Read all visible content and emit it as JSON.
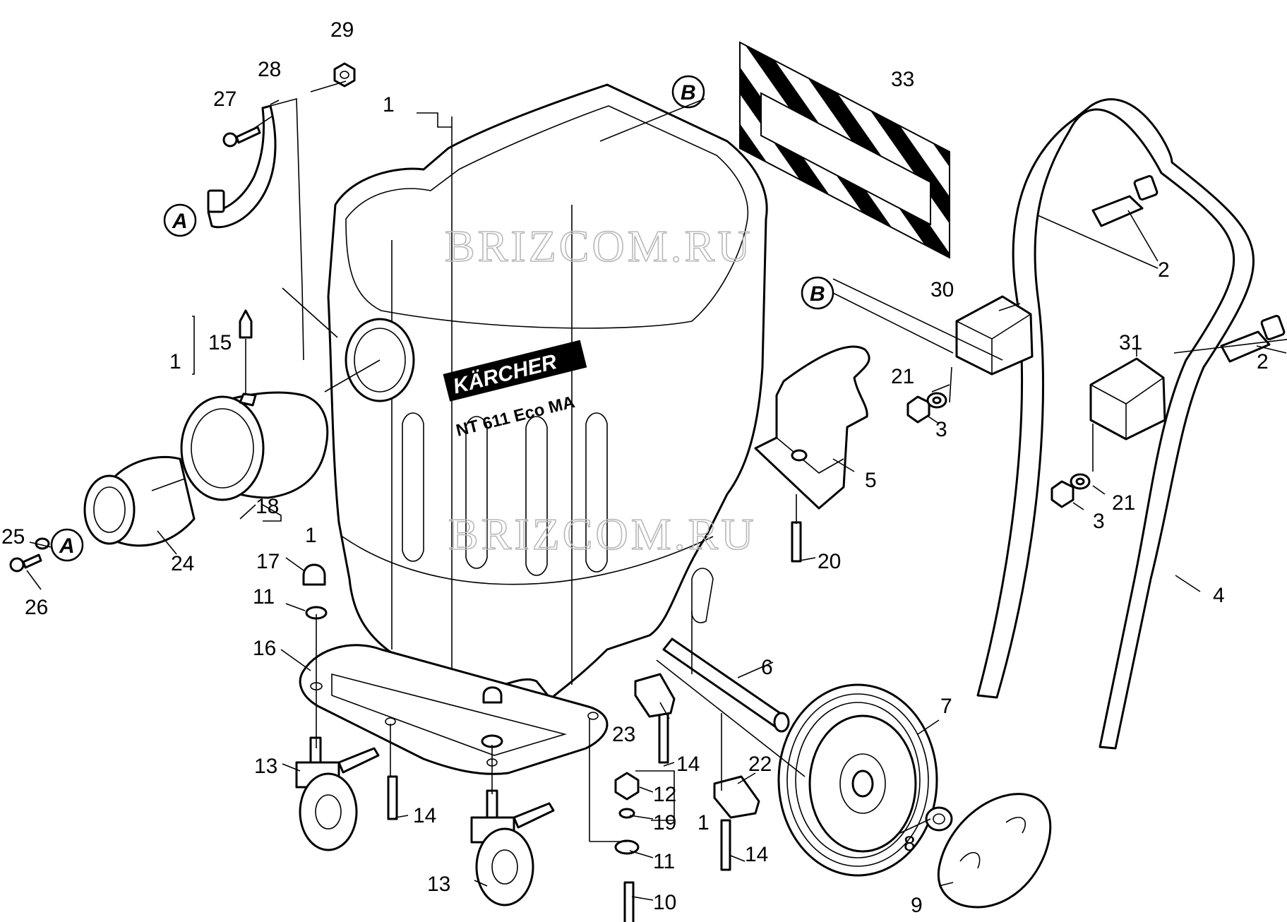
{
  "watermark": "BRIZCOM.RU",
  "brand": {
    "logo_text": "KÄRCHER",
    "model": "NT 611 Eco MA"
  },
  "refs": {
    "A": "A",
    "B": "B"
  },
  "labels": {
    "l1a": "1",
    "l1b": "1",
    "l1c": "1",
    "l1d": "1",
    "l2a": "2",
    "l2b": "2",
    "l3a": "3",
    "l3b": "3",
    "l4": "4",
    "l5": "5",
    "l6": "6",
    "l7": "7",
    "l8": "8",
    "l9": "9",
    "l10": "10",
    "l11a": "11",
    "l11b": "11",
    "l12": "12",
    "l13a": "13",
    "l13b": "13",
    "l14a": "14",
    "l14b": "14",
    "l14c": "14",
    "l15": "15",
    "l16": "16",
    "l17": "17",
    "l18": "18",
    "l19": "19",
    "l20": "20",
    "l21a": "21",
    "l21b": "21",
    "l22": "22",
    "l23": "23",
    "l24": "24",
    "l25": "25",
    "l26": "26",
    "l27": "27",
    "l28": "28",
    "l29": "29",
    "l30": "30",
    "l31": "31",
    "l33": "33"
  }
}
